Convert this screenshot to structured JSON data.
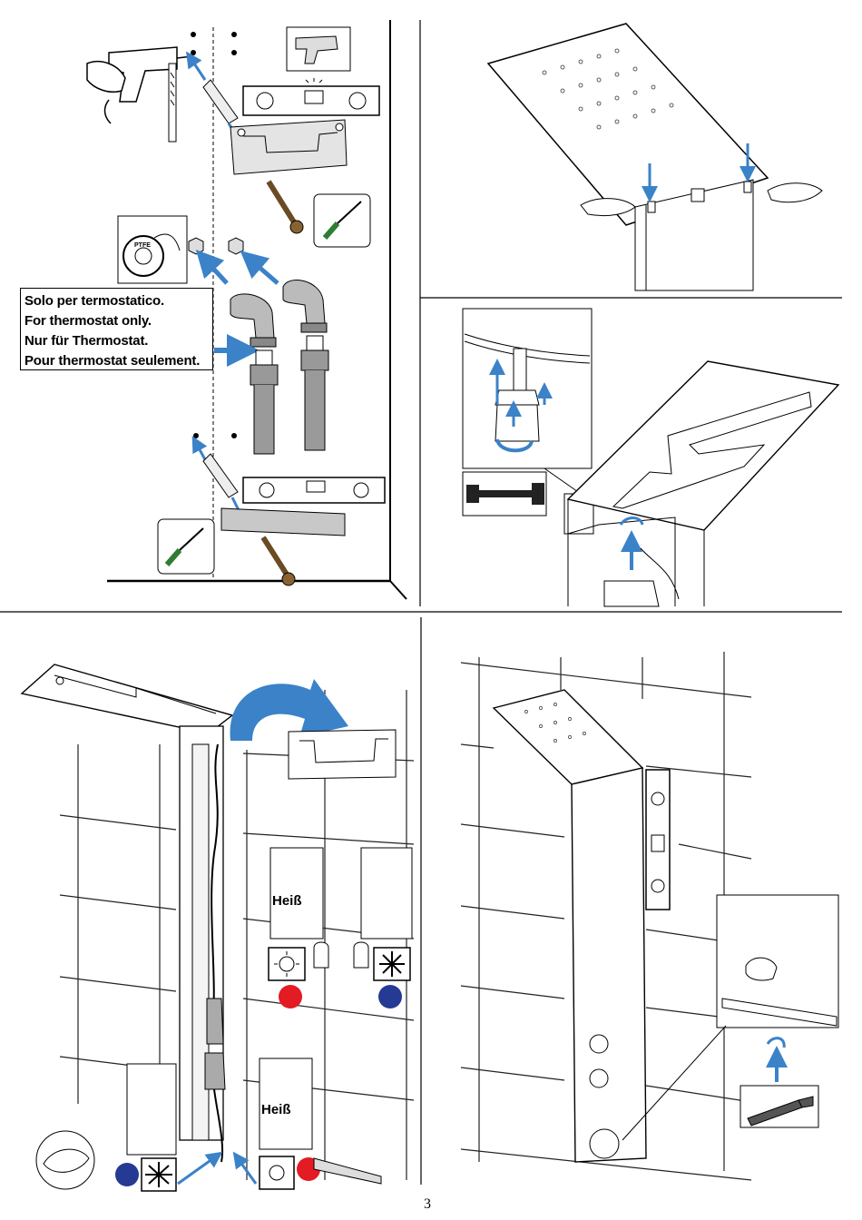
{
  "note": {
    "lines": [
      "Solo per termostatico.",
      "For thermostat only.",
      "Nur für Thermostat.",
      "Pour thermostat seulement."
    ]
  },
  "labels": {
    "hot_upper": "Heiß",
    "hot_lower": "Heiß"
  },
  "tape_text": "PTFE",
  "page_number": "3",
  "colors": {
    "arrow_blue": "#3b82c8",
    "hot_red": "#e31b23",
    "cold_blue": "#253a93",
    "wall_line": "#555555"
  },
  "icons": [
    "drill-icon",
    "drill-bit-icon",
    "level-icon",
    "screwdriver-icon",
    "ptfe-tape-icon",
    "wrench-icon",
    "sun-icon",
    "snowflake-icon",
    "gloves-icon",
    "hex-key-icon"
  ]
}
